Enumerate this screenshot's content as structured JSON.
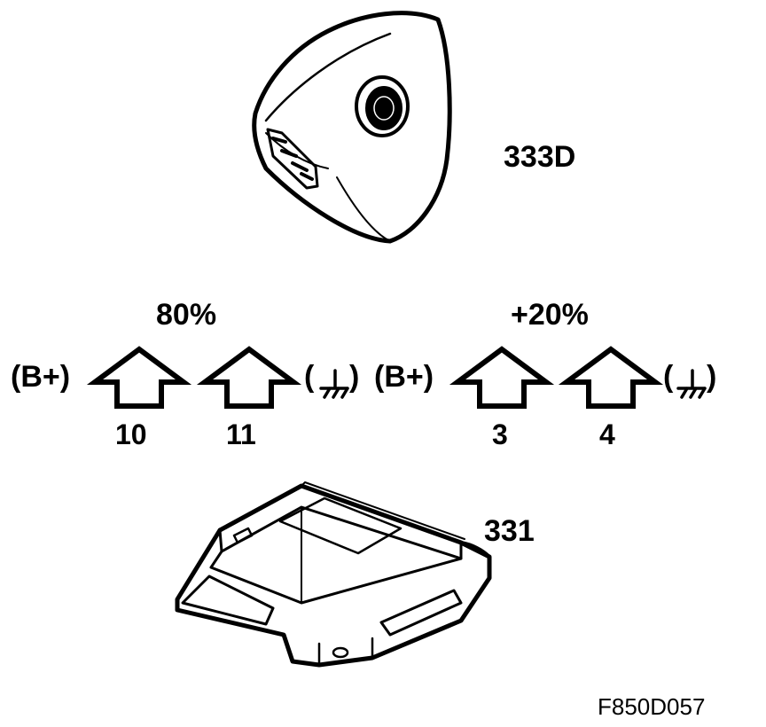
{
  "parts": {
    "airbag_module": {
      "label": "333D",
      "icon": "steering-wheel-airbag-icon"
    },
    "control_module": {
      "label": "331",
      "icon": "airbag-control-module-icon"
    }
  },
  "groups": [
    {
      "name": "left",
      "value_label": "80%",
      "supply": "(B+)",
      "ground_icon": "ground-icon",
      "pins": [
        "10",
        "11"
      ]
    },
    {
      "name": "right",
      "value_label": "+20%",
      "supply": "(B+)",
      "ground_icon": "ground-icon",
      "pins": [
        "3",
        "4"
      ]
    }
  ],
  "figure_code": "F850D057"
}
